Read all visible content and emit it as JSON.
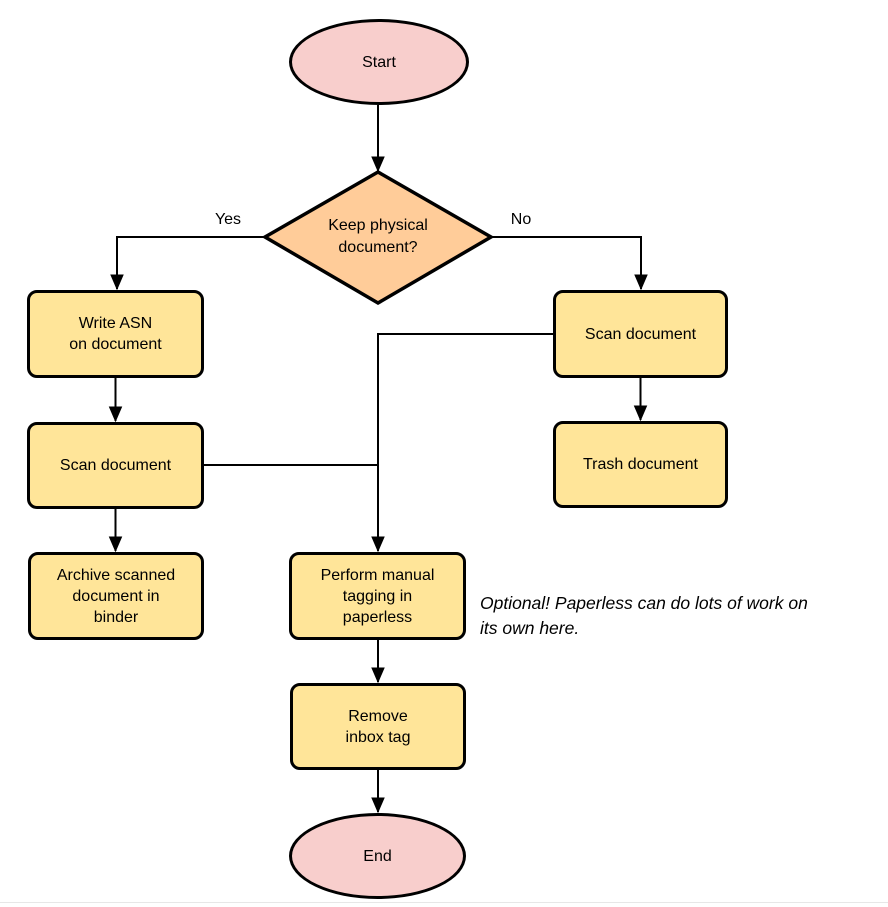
{
  "colors": {
    "terminator": "#F8CECC",
    "decision": "#FFCC99",
    "process": "#FFE599",
    "stroke": "#000000",
    "background": "#FFFFFF"
  },
  "nodes": {
    "start": {
      "type": "terminator",
      "label": "Start"
    },
    "decision": {
      "type": "decision",
      "label": "Keep physical\ndocument?"
    },
    "write_asn": {
      "type": "process",
      "label": "Write ASN\non document"
    },
    "scan_left": {
      "type": "process",
      "label": "Scan document"
    },
    "archive": {
      "type": "process",
      "label": "Archive scanned\ndocument in\nbinder"
    },
    "scan_right": {
      "type": "process",
      "label": "Scan document"
    },
    "trash": {
      "type": "process",
      "label": "Trash document"
    },
    "tagging": {
      "type": "process",
      "label": "Perform manual\ntagging in\npaperless"
    },
    "remove_inbox": {
      "type": "process",
      "label": "Remove\ninbox tag"
    },
    "end": {
      "type": "terminator",
      "label": "End"
    }
  },
  "edge_labels": {
    "yes": "Yes",
    "no": "No"
  },
  "annotation": {
    "text": "Optional! Paperless can do lots of work on\nits own here."
  }
}
